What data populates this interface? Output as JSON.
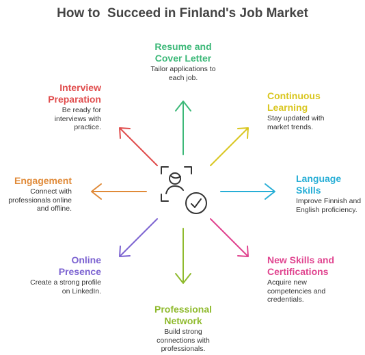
{
  "title": "How to  Succeed in Finland's Job Market",
  "center_icon": [
    "person-target-icon",
    "checkmark-circle-icon"
  ],
  "items": [
    {
      "key": "resume",
      "heading": [
        "Resume and",
        "Cover Letter"
      ],
      "desc": [
        "Tailor applications to",
        "each job."
      ],
      "color": "#3cb878"
    },
    {
      "key": "continuous",
      "heading": [
        "Continuous",
        "Learning"
      ],
      "desc": [
        "Stay updated with",
        "market trends."
      ],
      "color": "#d9c61f"
    },
    {
      "key": "language",
      "heading": [
        "Language",
        "Skills"
      ],
      "desc": [
        "Improve Finnish and",
        "English proficiency."
      ],
      "color": "#27aed6"
    },
    {
      "key": "newskills",
      "heading": [
        "New Skills and",
        "Certifications"
      ],
      "desc": [
        "Acquire new",
        "competencies and",
        "credentials."
      ],
      "color": "#e0448f"
    },
    {
      "key": "network",
      "heading": [
        "Professional",
        "Network"
      ],
      "desc": [
        "Build strong",
        "connections with",
        "professionals."
      ],
      "color": "#8fba2d"
    },
    {
      "key": "online",
      "heading": [
        "Online",
        "Presence"
      ],
      "desc": [
        "Create a strong profile",
        "on LinkedIn."
      ],
      "color": "#7c63d1"
    },
    {
      "key": "engagement",
      "heading": [
        "Engagement"
      ],
      "desc": [
        "Connect with",
        "professionals online",
        "and offline."
      ],
      "color": "#e08a38"
    },
    {
      "key": "interview",
      "heading": [
        "Interview",
        "Preparation"
      ],
      "desc": [
        "Be ready for",
        "interviews with",
        "practice."
      ],
      "color": "#e04d4d"
    }
  ]
}
